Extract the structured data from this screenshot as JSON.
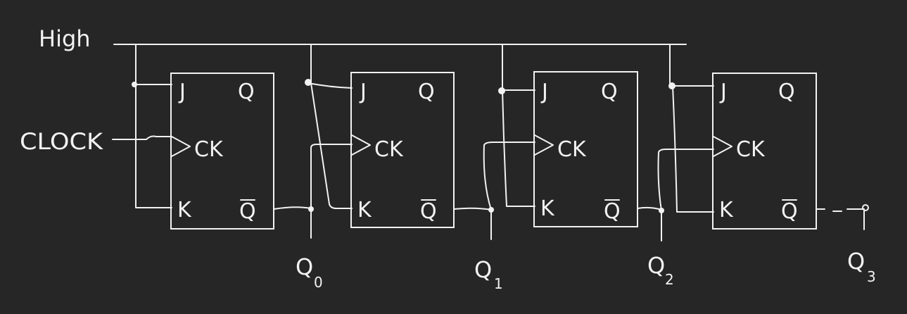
{
  "diagram": {
    "high_label": "High",
    "clock_label": "CLOCK",
    "flip_flops": [
      {
        "j": "J",
        "ck": "CK",
        "k": "K",
        "q": "Q",
        "qbar": "Q",
        "out_main": "Q",
        "out_sub": "0"
      },
      {
        "j": "J",
        "ck": "CK",
        "k": "K",
        "q": "Q",
        "qbar": "Q",
        "out_main": "Q",
        "out_sub": "1"
      },
      {
        "j": "J",
        "ck": "CK",
        "k": "K",
        "q": "Q",
        "qbar": "Q",
        "out_main": "Q",
        "out_sub": "2"
      },
      {
        "j": "J",
        "ck": "CK",
        "k": "K",
        "q": "Q",
        "qbar": "Q",
        "out_main": "Q",
        "out_sub": "3"
      }
    ],
    "colors": {
      "background": "#262626",
      "ink": "#f2f2f2"
    }
  }
}
